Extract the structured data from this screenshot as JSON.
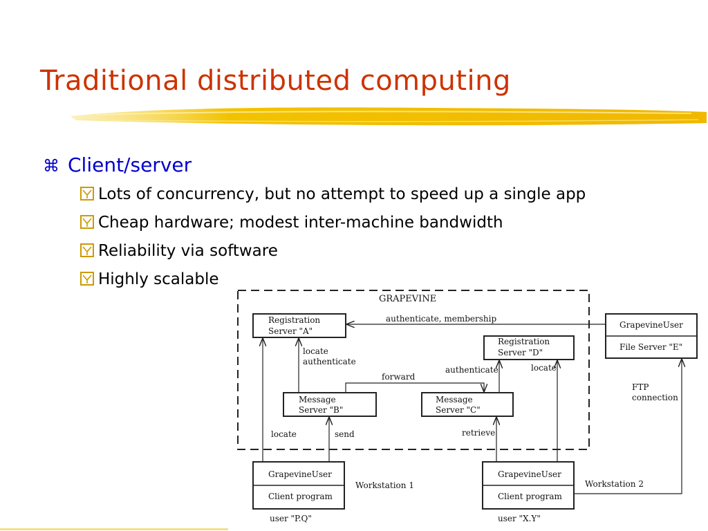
{
  "slide": {
    "title": "Traditional distributed computing",
    "bullet": "Client/server",
    "subbullets": [
      "Lots of concurrency, but no attempt to speed up a single app",
      "Cheap hardware; modest inter-machine bandwidth",
      "Reliability via software",
      "Highly scalable"
    ]
  },
  "diagram": {
    "group_label": "GRAPEVINE",
    "registration_a": [
      "Registration",
      "Server \"A\""
    ],
    "registration_d": [
      "Registration",
      "Server \"D\""
    ],
    "message_b": [
      "Message",
      "Server \"B\""
    ],
    "message_c": [
      "Message",
      "Server \"C\""
    ],
    "file_server": [
      "GrapevineUser",
      "File Server \"E\""
    ],
    "workstation1": [
      "GrapevineUser",
      "Client program"
    ],
    "workstation2": [
      "GrapevineUser",
      "Client program"
    ],
    "labels": {
      "auth_membership": "authenticate, membership",
      "locate_authenticate": [
        "locate",
        "authenticate"
      ],
      "forward": "forward",
      "authenticate": "authenticate",
      "locate_d": "locate",
      "ftp": [
        "FTP",
        "connection"
      ],
      "locate_ws1": "locate",
      "send": "send",
      "retrieve": "retrieve",
      "ws1": "Workstation 1",
      "ws2": "Workstation 2",
      "user1": "user \"P.Q\"",
      "user2": "user \"X.Y\""
    }
  },
  "colors": {
    "title": "#cc3300",
    "bullet": "#0000cc",
    "checkbox": "#cc9900",
    "highlight": "#f2c200"
  }
}
